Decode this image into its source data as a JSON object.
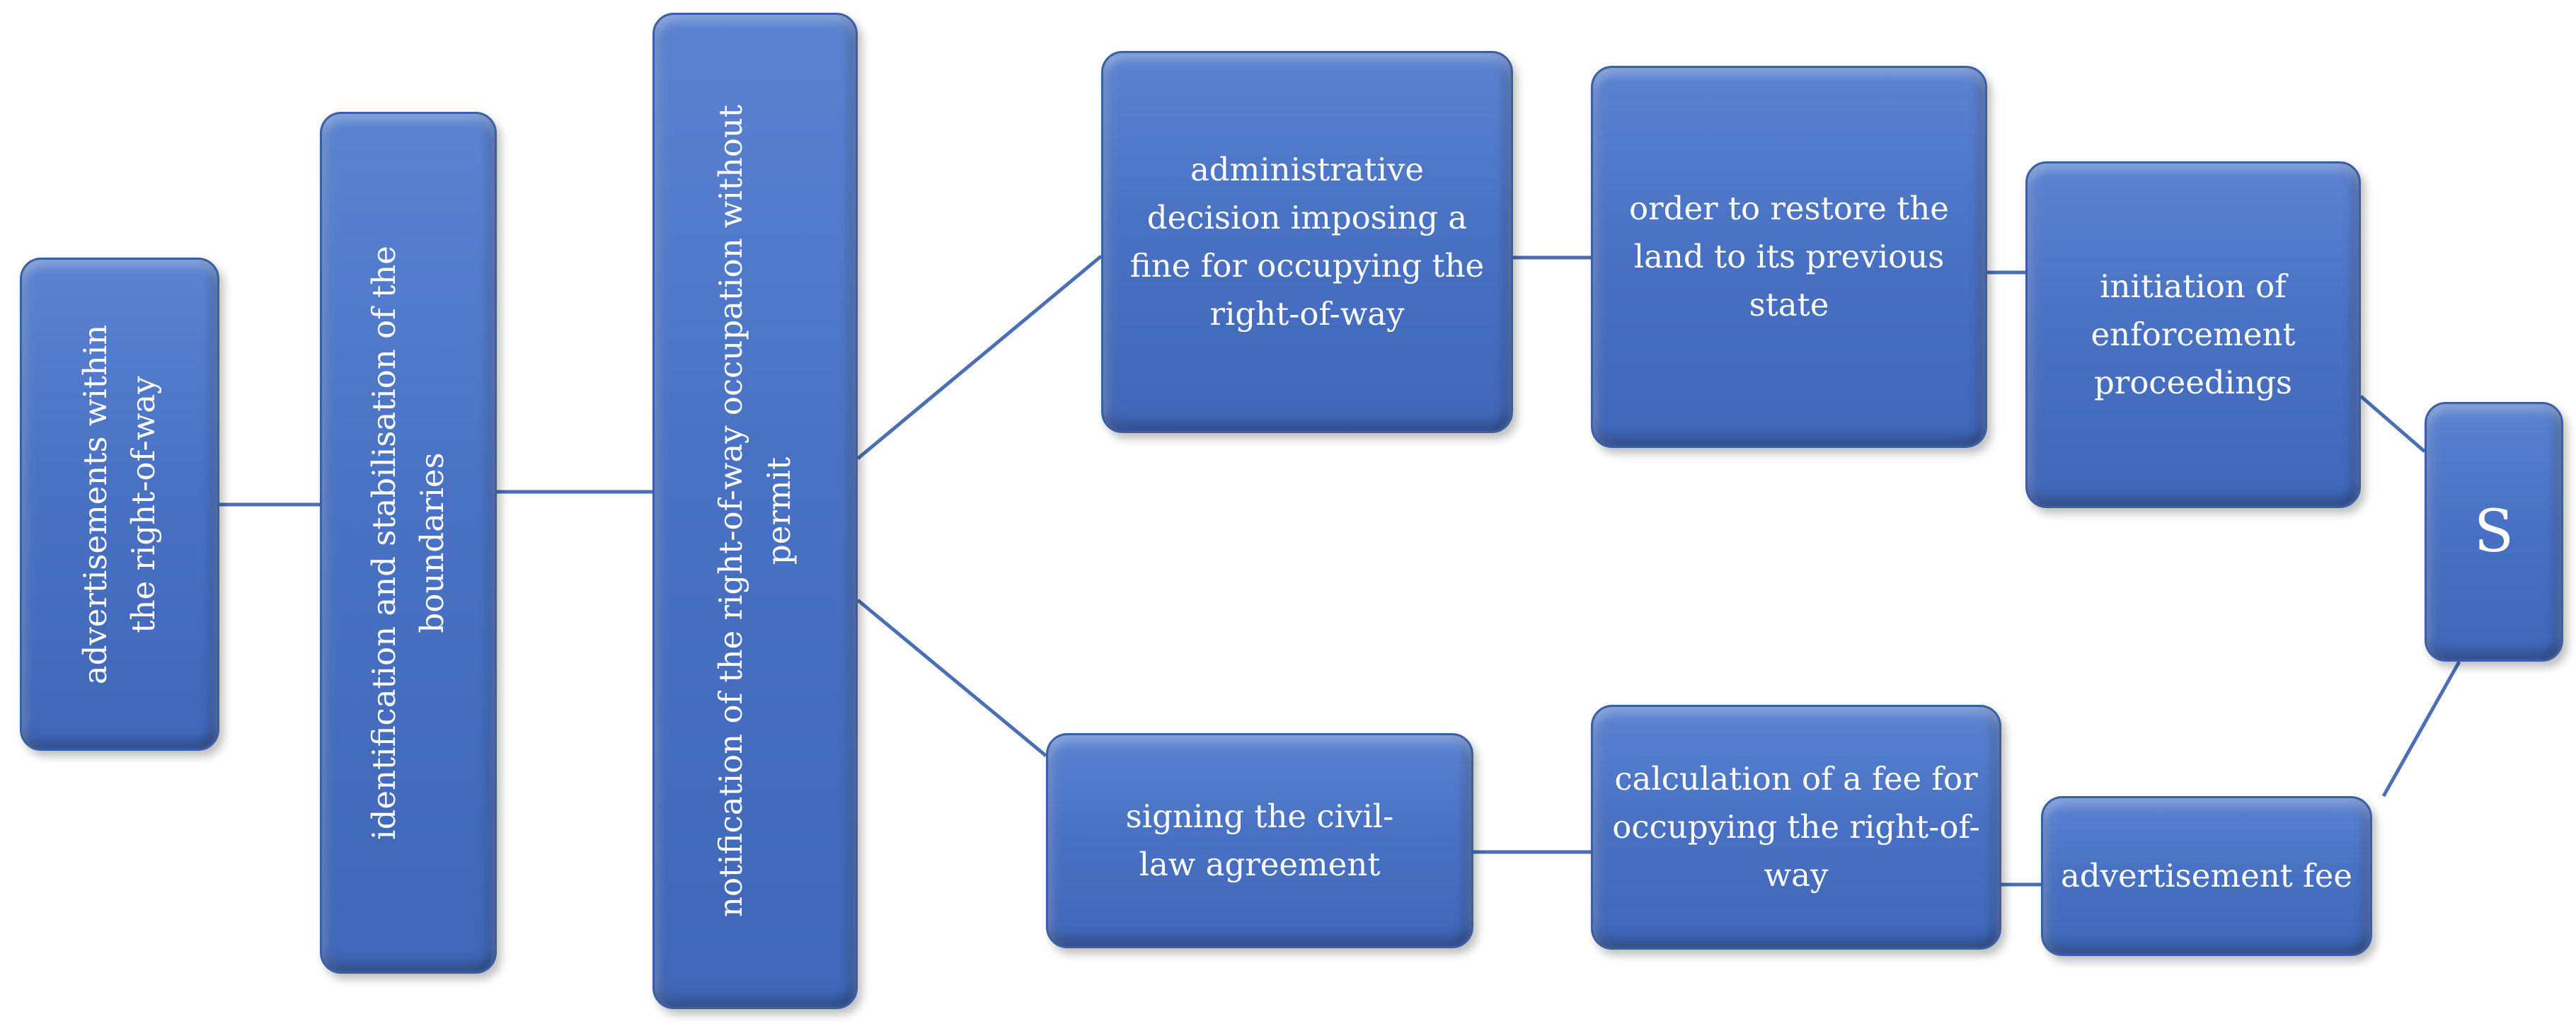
{
  "diagram": {
    "line_color": "#4a6fb5",
    "box_color": "#4a72c4",
    "nodes": {
      "advertisements": "advertisements within the right-of-way",
      "identification": "identification and stabilisation of the boundaries",
      "notification": "notification of the right-of-way occupation without permit",
      "admin_decision": "administrative decision imposing a fine for occupying the right-of-way",
      "restore_order": "order to restore the land to its previous state",
      "enforcement": "initiation of enforcement proceedings",
      "s_node": "S",
      "civil_law": "signing the civil-law agreement",
      "fee_calc": "calculation of a fee for occupying the right-of-way",
      "ad_fee": "advertisement fee"
    },
    "edges": [
      {
        "from": "advertisements",
        "to": "identification"
      },
      {
        "from": "identification",
        "to": "notification"
      },
      {
        "from": "notification",
        "to": "admin_decision"
      },
      {
        "from": "notification",
        "to": "civil_law"
      },
      {
        "from": "admin_decision",
        "to": "restore_order"
      },
      {
        "from": "restore_order",
        "to": "enforcement"
      },
      {
        "from": "enforcement",
        "to": "s_node"
      },
      {
        "from": "civil_law",
        "to": "fee_calc"
      },
      {
        "from": "fee_calc",
        "to": "ad_fee"
      },
      {
        "from": "ad_fee",
        "to": "s_node"
      }
    ]
  }
}
